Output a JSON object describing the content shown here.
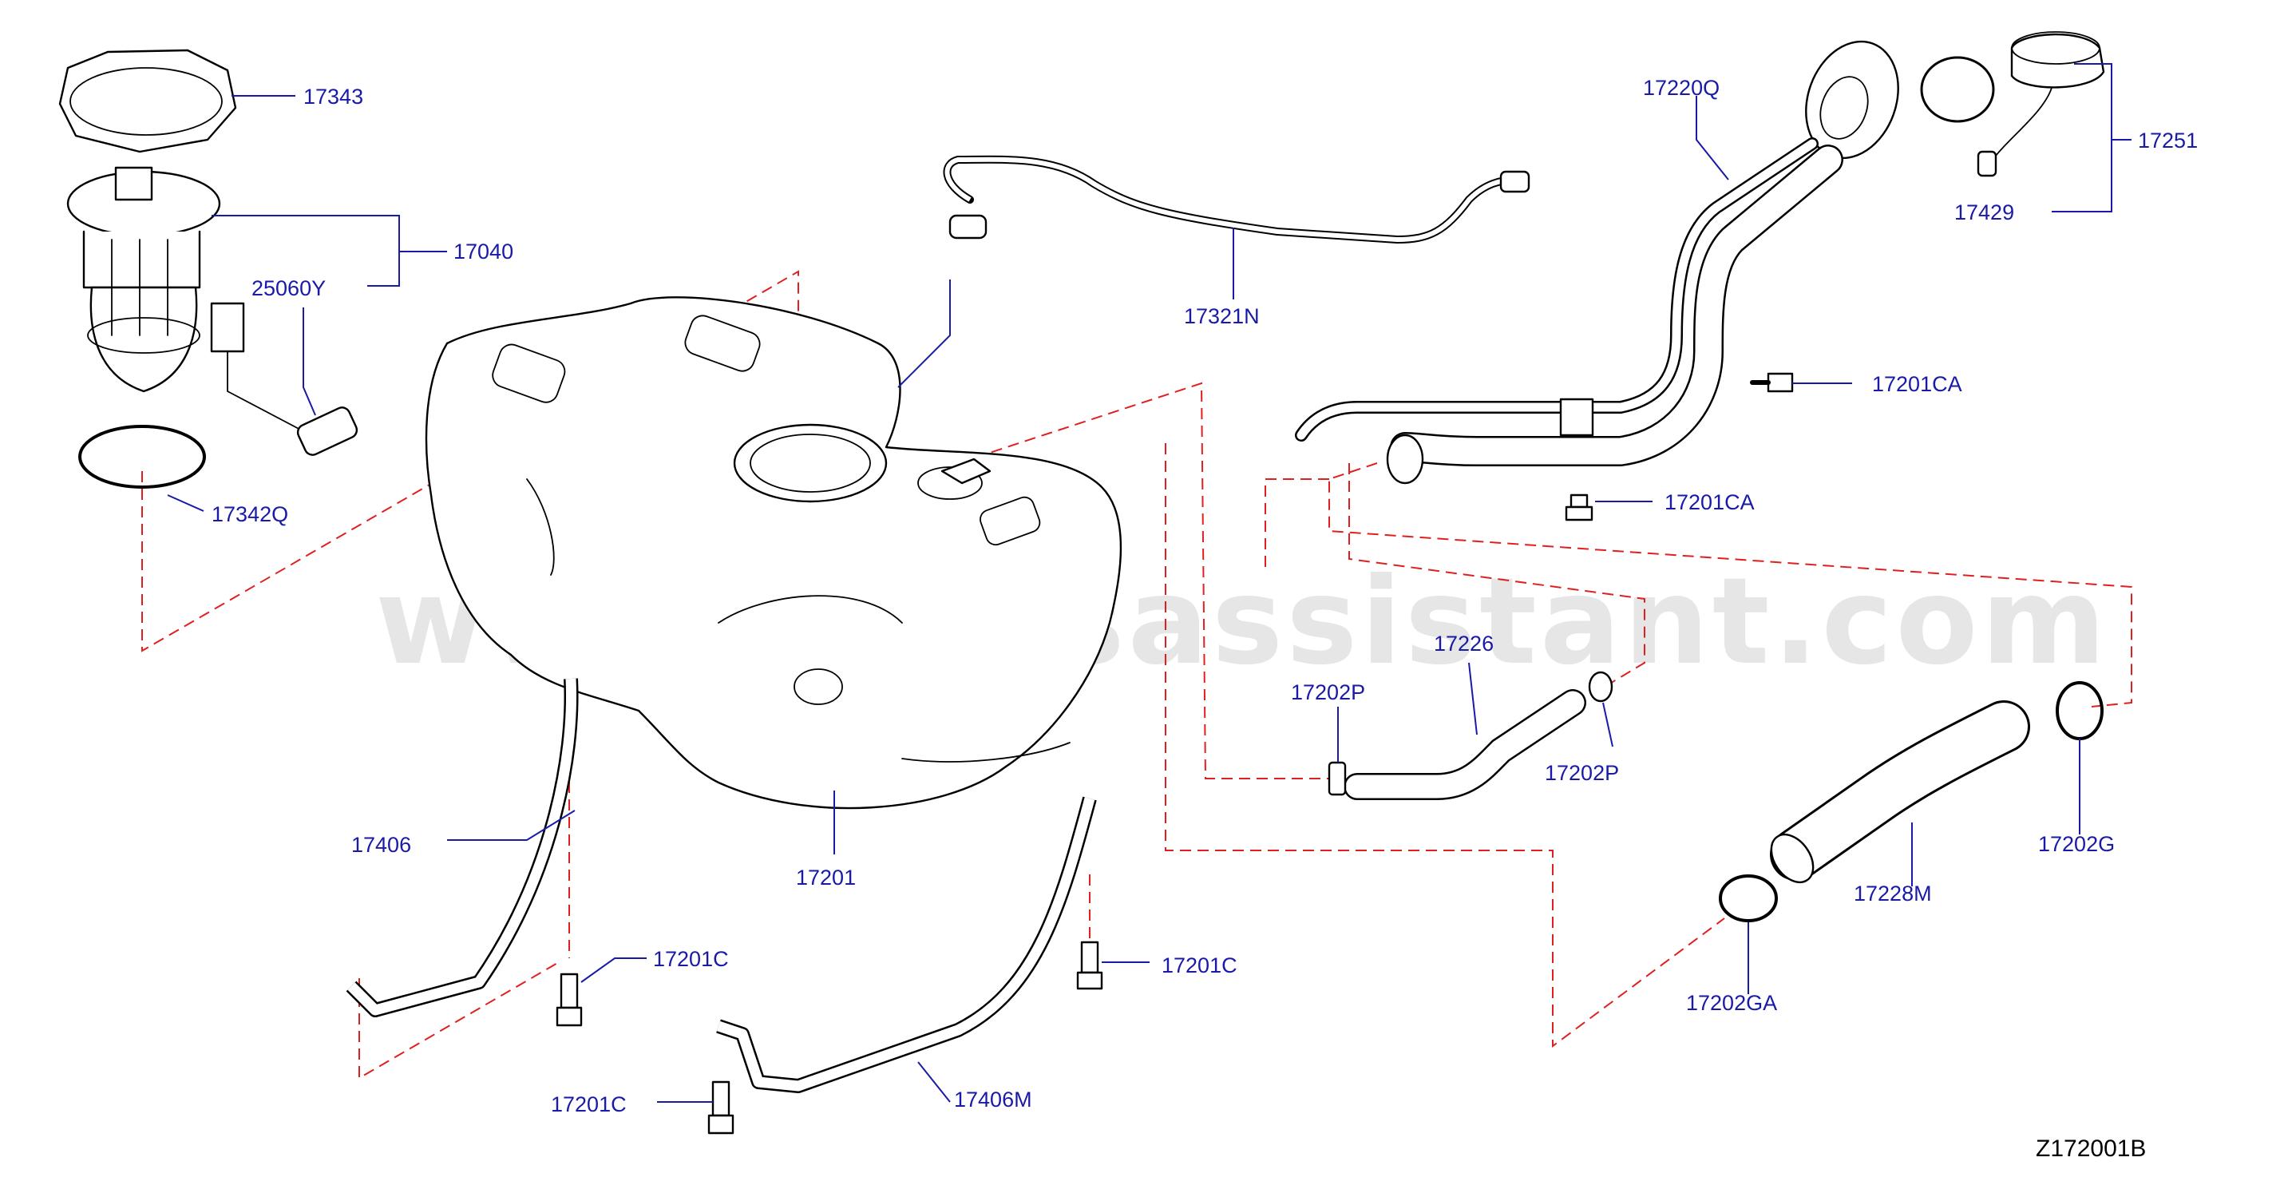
{
  "watermark": "www.partsassistant.com",
  "diagram_code": "Z172001B",
  "colors": {
    "callout": "#1a1aa8",
    "dashed_line": "#e02020",
    "part_outline": "#000000",
    "watermark": "#e6e6e6"
  },
  "callouts": {
    "c17343": "17343",
    "c17040": "17040",
    "c25060Y": "25060Y",
    "c17342Q": "17342Q",
    "c17321N": "17321N",
    "c17220Q": "17220Q",
    "c17251": "17251",
    "c17429": "17429",
    "c17201CA_top": "17201CA",
    "c17201CA_bottom": "17201CA",
    "c17226": "17226",
    "c17202P_left": "17202P",
    "c17202P_right": "17202P",
    "c17201": "17201",
    "c17406": "17406",
    "c17201C_left": "17201C",
    "c17201C_right": "17201C",
    "c17201C_bottom": "17201C",
    "c17406M": "17406M",
    "c17228M": "17228M",
    "c17202G": "17202G",
    "c17202GA": "17202GA"
  }
}
